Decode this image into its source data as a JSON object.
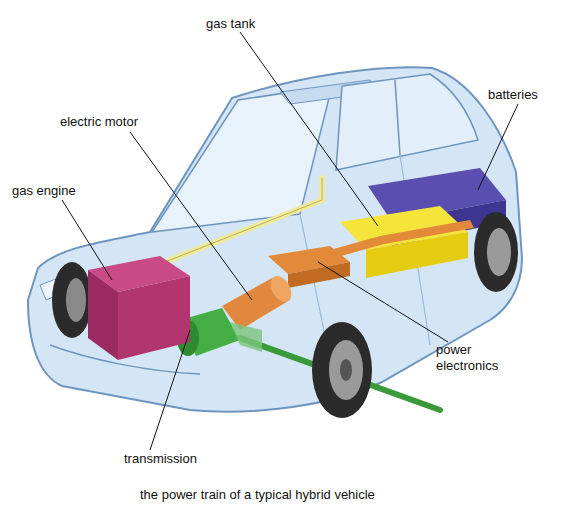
{
  "diagram": {
    "caption": "the power train of a typical hybrid vehicle",
    "labels": [
      "gas tank",
      "batteries",
      "electric motor",
      "gas engine",
      "power electronics",
      "transmission"
    ]
  }
}
